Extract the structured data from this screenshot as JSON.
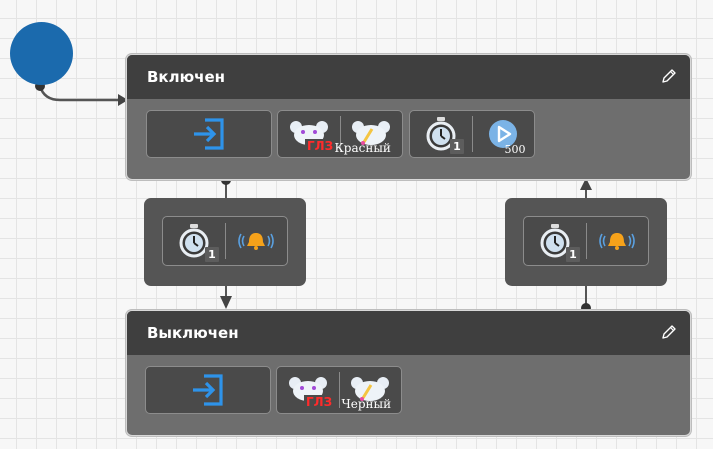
{
  "states": {
    "on": {
      "title": "Включен",
      "enter_label": "",
      "glz_label": "ГЛЗ",
      "color_label": "Красный",
      "timer_badge": "1",
      "play_value": "500"
    },
    "off": {
      "title": "Выключен",
      "glz_label": "ГЛЗ",
      "color_label": "Черный"
    }
  },
  "transitions": {
    "on_to_off": {
      "timer_badge": "1"
    },
    "off_to_on": {
      "timer_badge": "1"
    }
  },
  "icons": {
    "start": "start-node",
    "enter": "enter-icon",
    "eyes": "eyes-icon",
    "timer": "stopwatch-icon",
    "play": "play-icon",
    "bell": "bell-icon",
    "edit": "pencil-icon"
  },
  "colors": {
    "start_node": "#1b6aad",
    "header": "#3f3f3f",
    "state_body": "#6e6e6e",
    "accent_blue": "#2e93ea",
    "red_label": "#ff2b2b",
    "bell": "#f6a21a"
  }
}
